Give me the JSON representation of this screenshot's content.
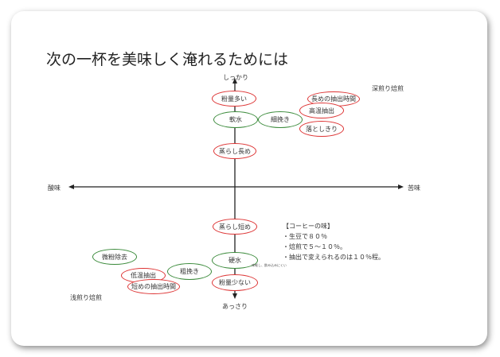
{
  "title": "次の一杯を美味しく淹れるためには",
  "axes": {
    "top": "しっかり",
    "bottom": "あっさり",
    "left": "酸味",
    "right": "苦味",
    "top_right": "深煎り焙煎",
    "bottom_left": "浅煎り焙煎"
  },
  "items": {
    "funryo_ooi": "粉量多い",
    "nansui": "軟水",
    "hosobiki": "細挽き",
    "nagame_chushutsu": "長めの抽出時間",
    "koon": "高温抽出",
    "otoshikiri": "落としきり",
    "murashi_nagame": "蒸らし長め",
    "murashi_mijikame": "蒸らし短め",
    "kousui": "硬水",
    "kousui_note": "味軽し、飲み込みにくい",
    "funryo_sukunai": "粉量少ない",
    "arabiki": "粗挽き",
    "bifun": "微粉除去",
    "teion": "低温抽出",
    "mijikame_chushutsu": "短めの抽出時間"
  },
  "note": {
    "heading": "【コーヒーの味】",
    "lines": [
      "・生豆で８０％",
      "・焙煎で５～１０％。",
      "・抽出で変えられるのは１０％程。"
    ]
  },
  "colors": {
    "red": "#dd3333",
    "green": "#3a8a3a"
  }
}
